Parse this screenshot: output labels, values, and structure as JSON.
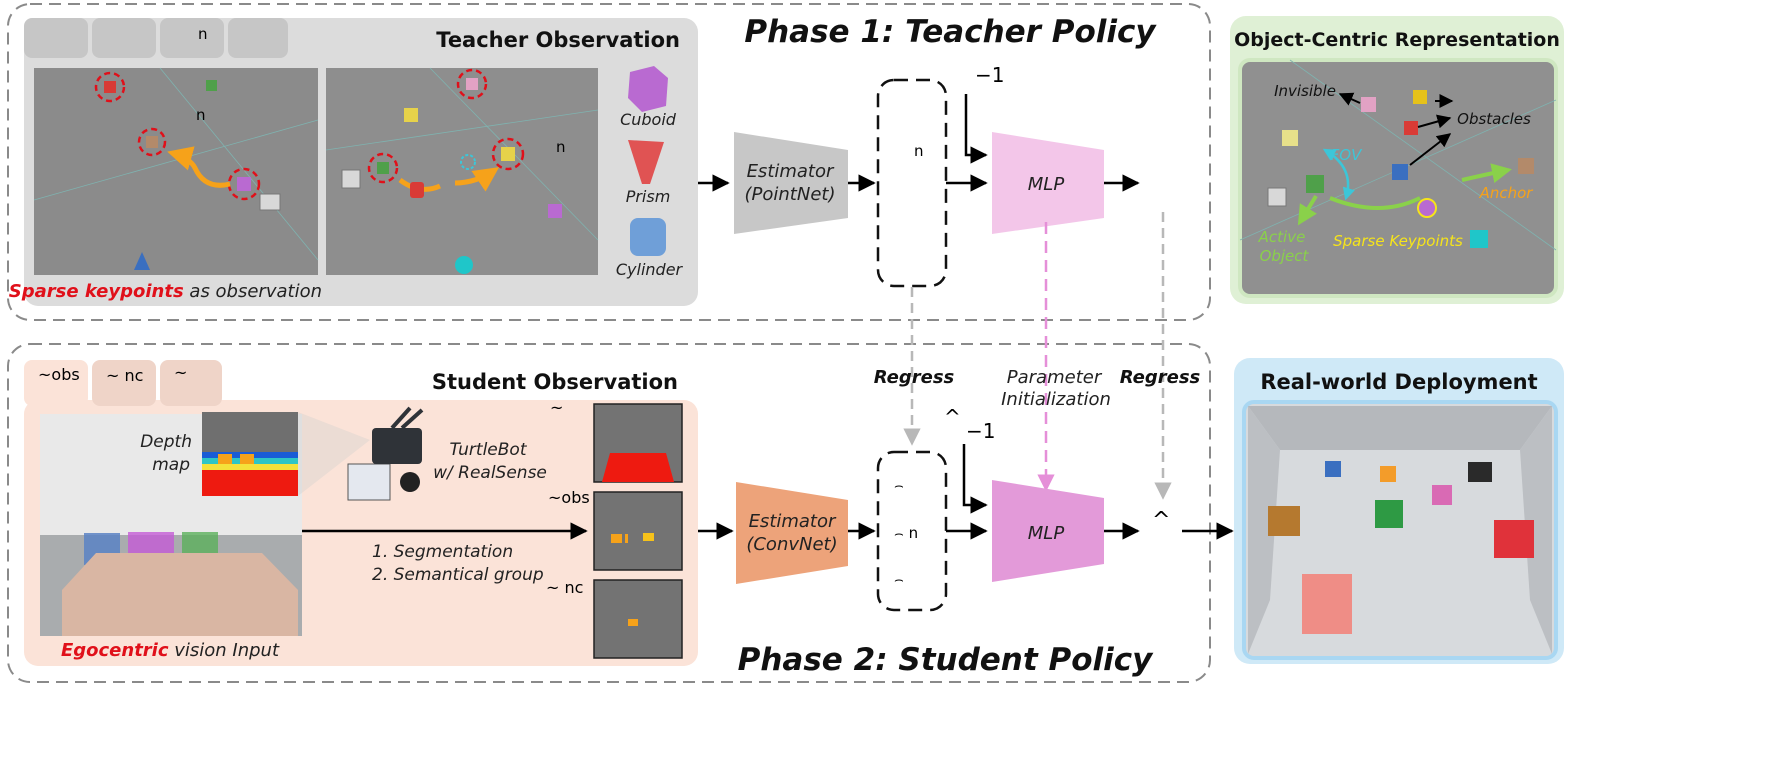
{
  "phase1": {
    "title": "Phase 1: Teacher Policy"
  },
  "phase2": {
    "title": "Phase 2: Student Policy"
  },
  "teacher_obs": {
    "title": "Teacher Observation",
    "tab_label": "n",
    "scene1_label": "n",
    "scene2_label": "n",
    "caption_highlight": "Sparse keypoints",
    "caption_rest": " as observation",
    "shapes": [
      "Cuboid",
      "Prism",
      "Cylinder"
    ]
  },
  "student_obs": {
    "title": "Student Observation",
    "tabs": [
      "~obs",
      "~ nc",
      "~"
    ],
    "depth_label_1": "Depth",
    "depth_label_2": "map",
    "robot_label_1": "TurtleBot",
    "robot_label_2": "w/ RealSense",
    "steps": [
      "1.   Segmentation",
      "2.   Semantical group"
    ],
    "mask_labels": [
      "~",
      "~obs",
      "~   nc"
    ],
    "caption_highlight": "Egocentric",
    "caption_rest": " vision Input"
  },
  "teacher_net": {
    "estimator_1": "Estimator",
    "estimator_2": "(PointNet)",
    "latent_label": "n",
    "mlp": "MLP",
    "superscript": "−1"
  },
  "student_net": {
    "estimator_1": "Estimator",
    "estimator_2": "(ConvNet)",
    "latent_labels": [
      "⌢",
      "⌢   n",
      "⌢"
    ],
    "mlp": "MLP",
    "hat": "^",
    "superscript": "−1",
    "output_hat": "^"
  },
  "connectors": {
    "regress_left": "Regress",
    "param_init_1": "Parameter",
    "param_init_2": "Initialization",
    "regress_right": "Regress"
  },
  "ocr": {
    "title": "Object-Centric Representation",
    "labels": [
      "Invisible",
      "Obstacles",
      "FOV",
      "Anchor",
      "Active",
      "Object",
      "Sparse Keypoints"
    ]
  },
  "deploy": {
    "title": "Real-world Deployment"
  },
  "colors": {
    "teacher_mlp": "#f3c6e9",
    "student_mlp": "#e39ad9",
    "estimator_student": "#eda37a",
    "estimator_teacher": "#c7c7c7",
    "highlight_red": "#e0101a",
    "ocr_panel": "#dff0d5",
    "deploy_panel": "#cfe9f7"
  }
}
